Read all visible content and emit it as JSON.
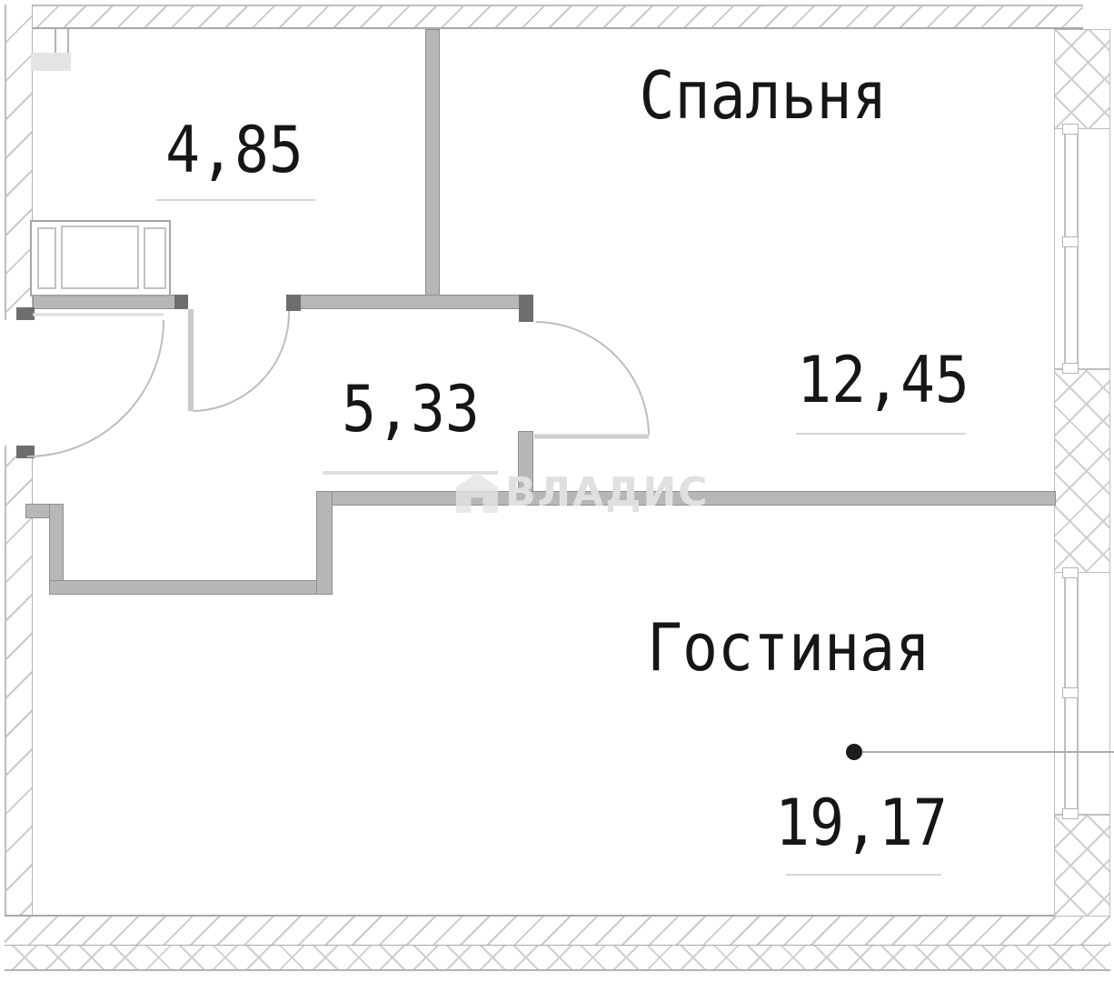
{
  "watermark": {
    "logo": "house-icon",
    "text": "ВЛАДИС"
  },
  "rooms": [
    {
      "id": "kitchen-niche",
      "name": "",
      "area": "4,85"
    },
    {
      "id": "bedroom",
      "name": "Спальня",
      "area": "12,45"
    },
    {
      "id": "hallway",
      "name": "",
      "area": "5,33"
    },
    {
      "id": "living-room",
      "name": "Гостиная",
      "area": "19,17"
    }
  ],
  "colors": {
    "wall_fill": "#b7b7b7",
    "wall_edge": "#8f8f8f",
    "jamb_dark": "#6e6e6e",
    "hatch": "#c9c9c9",
    "text": "#161616",
    "watermark": "#e0e0e0"
  }
}
